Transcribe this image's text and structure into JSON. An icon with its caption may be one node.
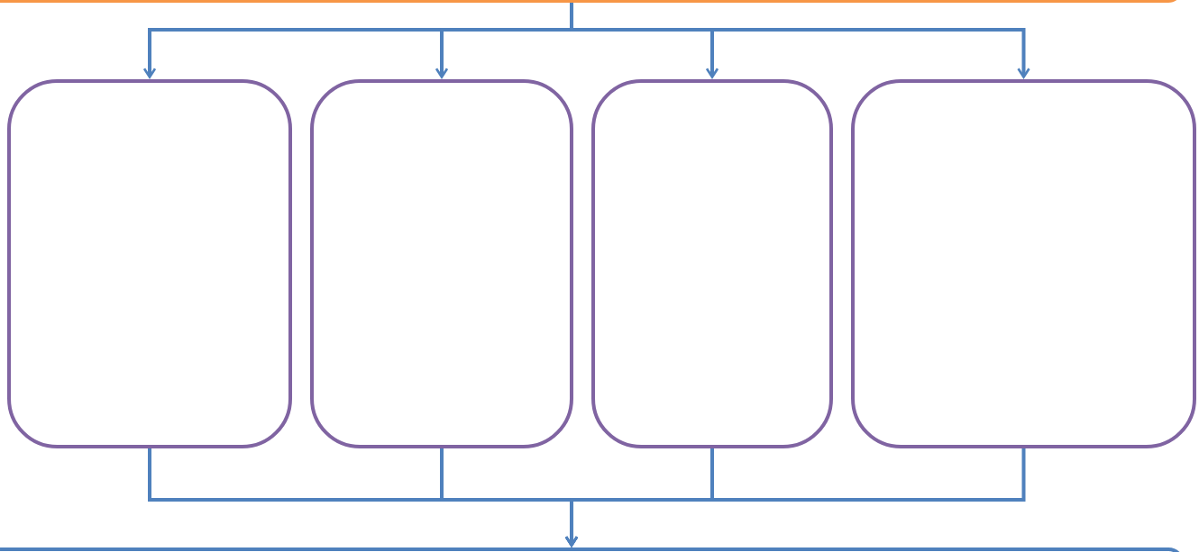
{
  "diagram": {
    "nodes": [
      {
        "text": [],
        "shape": "bar"
      },
      {
        "text": [],
        "shape": "box"
      },
      {
        "text": [],
        "shape": "box"
      },
      {
        "text": [],
        "shape": "box"
      },
      {
        "text": [],
        "shape": "box"
      },
      {
        "text": [],
        "shape": "bar"
      }
    ],
    "edges": [
      {
        "from": 0,
        "to": 1,
        "arrow": "to"
      },
      {
        "from": 0,
        "to": 2,
        "arrow": "to"
      },
      {
        "from": 0,
        "to": 3,
        "arrow": "to"
      },
      {
        "from": 0,
        "to": 4,
        "arrow": "to"
      },
      {
        "from": 1,
        "to": 5,
        "arrow": "to"
      },
      {
        "from": 2,
        "to": 5,
        "arrow": "to"
      },
      {
        "from": 3,
        "to": 5,
        "arrow": "to"
      },
      {
        "from": 4,
        "to": 5,
        "arrow": "to"
      }
    ]
  }
}
